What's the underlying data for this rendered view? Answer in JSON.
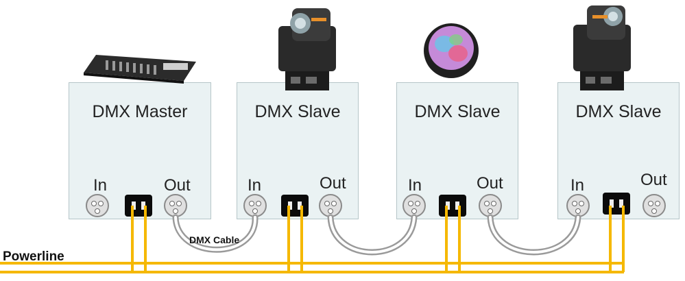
{
  "master": {
    "title": "DMX Master",
    "in": "In",
    "out": "Out"
  },
  "slaves": [
    {
      "title": "DMX Slave",
      "in": "In",
      "out": "Out"
    },
    {
      "title": "DMX Slave",
      "in": "In",
      "out": "Out"
    },
    {
      "title": "DMX Slave",
      "in": "In",
      "out": "Out"
    }
  ],
  "labels": {
    "powerline": "Powerline",
    "dmx_cable": "DMX Cable"
  },
  "devices": [
    "dmx-console-icon",
    "moving-head-light-icon",
    "led-par-light-icon",
    "moving-head-light-icon"
  ],
  "colors": {
    "powerline": "#f5b800",
    "cable": "#9a9a9a",
    "box_fill": "#eaf2f3",
    "box_border": "#b5c5c8"
  }
}
